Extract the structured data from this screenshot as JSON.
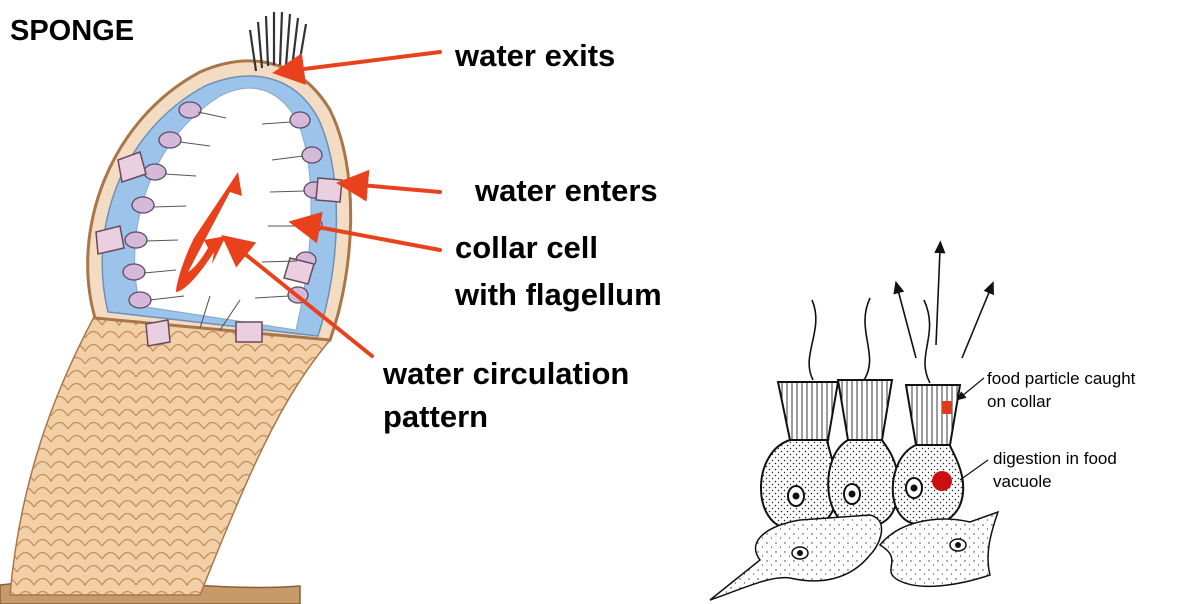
{
  "title": "SPONGE",
  "labels": {
    "water_exits": "water exits",
    "water_enters": "water enters",
    "collar_cell_line1": "collar cell",
    "collar_cell_line2": "with flagellum",
    "circulation_line1": "water circulation",
    "circulation_line2": "pattern",
    "food_line1": "food particle caught",
    "food_line2": "on collar",
    "digestion_line1": "digestion in food",
    "digestion_line2": "vacuole"
  },
  "colors": {
    "arrow_red": "#e8411c",
    "cavity_blue": "#9cc3ea",
    "skin_tan": "#f0c9a0",
    "skin_line": "#b8865a",
    "cell_purple": "#d6b8d8",
    "food_red": "#e03a1a",
    "vacuole_red": "#cc1010"
  }
}
